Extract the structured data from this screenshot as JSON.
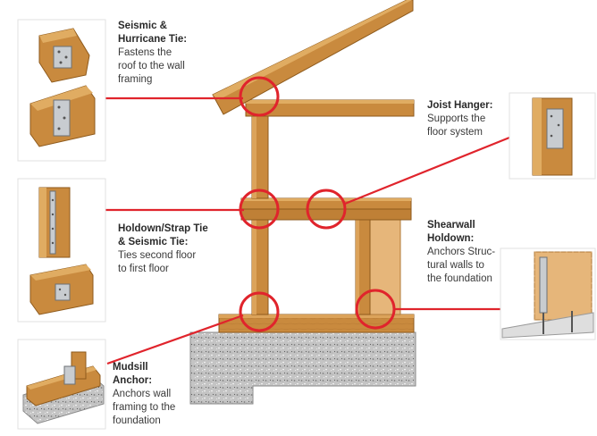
{
  "labels": {
    "seismic": {
      "title_lines": [
        "Seismic &",
        "Hurricane Tie:"
      ],
      "desc_lines": [
        "Fastens the",
        "roof to the wall",
        "framing"
      ]
    },
    "joist": {
      "title_lines": [
        "Joist Hanger:"
      ],
      "desc_lines": [
        "Supports the",
        "floor system"
      ]
    },
    "holdown": {
      "title_lines": [
        "Holdown/Strap Tie",
        "& Seismic Tie:"
      ],
      "desc_lines": [
        "Ties second floor",
        "to first floor"
      ]
    },
    "shearwall": {
      "title_lines": [
        "Shearwall",
        "Holdown:"
      ],
      "desc_lines": [
        "Anchors Struc-",
        "tural walls to",
        "the foundation"
      ]
    },
    "mudsill": {
      "title_lines": [
        "Mudsill",
        "Anchor:"
      ],
      "desc_lines": [
        "Anchors wall",
        "framing to the",
        "foundation"
      ]
    }
  },
  "colors": {
    "callout_red": "#e0242c",
    "lumber": "#c98a3e",
    "lumber_dark": "#a86c28",
    "lumber_light": "#e0ac62",
    "sheathing": "#e9c18a",
    "concrete": "#b9b9b9",
    "metal": "#c8ccd0"
  }
}
